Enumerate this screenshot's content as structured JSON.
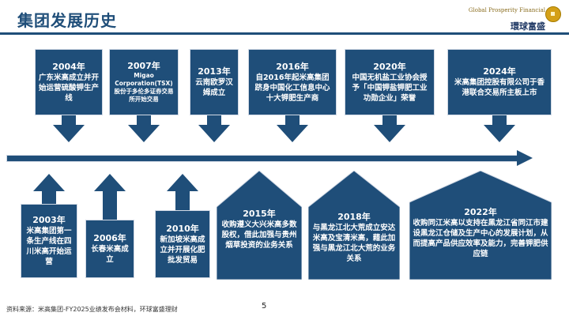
{
  "page": {
    "title": "集团发展历史",
    "page_number": "5",
    "source": "资料来源：米高集团-FY2025业绩发布会材料，环球富盛理财"
  },
  "logo": {
    "en": "Global Prosperity Financial",
    "cn": "環球富盛"
  },
  "top_events": [
    {
      "year": "2004年",
      "text": "广东米高成立并开始运营硫酸钾生产线"
    },
    {
      "year": "2007年",
      "text": "Migao Corporation(TSX)股份于多伦多证券交易所开始交易"
    },
    {
      "year": "2013年",
      "text": "云南欧罗汉姆成立"
    },
    {
      "year": "2016年",
      "text": "自2016年起米高集团跻身中国化工信息中心十大钾肥生产商"
    },
    {
      "year": "2020年",
      "text": "中国无机盐工业协会授予「中国钾盐钾肥工业功勋企业」荣誉"
    },
    {
      "year": "2024年",
      "text": "米高集团控股有限公司于香港联合交易所主板上市"
    }
  ],
  "bottom_events": [
    {
      "year": "2003年",
      "text": "米高集团第一条生产线在四川米高开始运营"
    },
    {
      "year": "2006年",
      "text": "长春米高成立"
    },
    {
      "year": "2010年",
      "text": "新加坡米高成立并开展化肥批发贸易"
    },
    {
      "year": "2015年",
      "text": "收购遵义大兴米高多数股权，借此加强与贵州烟草投资的业务关系"
    },
    {
      "year": "2018年",
      "text": "与黑龙江北大荒成立安达米高及宝清米高，藉此加强与黑龙江北大荒的业务关系"
    },
    {
      "year": "2022年",
      "text": "收购同江米高以支持在黑龙江省同江市建设黑龙江仓储及生产中心的发展计划，从而提高产品供应效率及能力，完善钾肥供应链"
    }
  ],
  "colors": {
    "primary": "#1f4e79",
    "background": "#ffffff"
  }
}
